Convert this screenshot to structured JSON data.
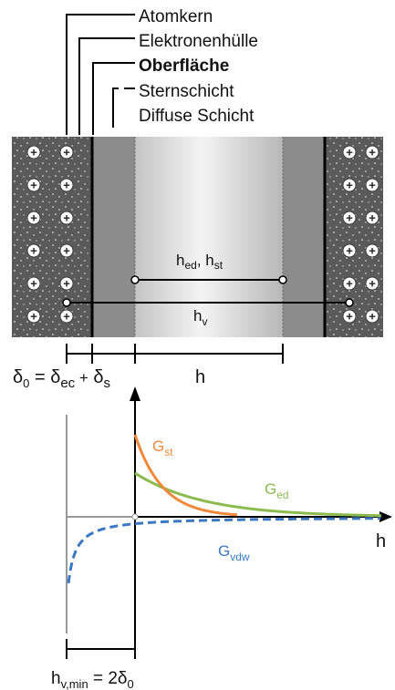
{
  "legend": {
    "atomkern": "Atomkern",
    "elektronenhuelle": "Elektronenhülle",
    "oberflaeche": "Oberfläche",
    "sternschicht": "Sternschicht",
    "diffuse_schicht": "Diffuse Schicht"
  },
  "labels": {
    "h_ed": "h",
    "h_ed_sub": "ed",
    "comma": ",",
    "h_st": "h",
    "h_st_sub": "st",
    "h_v": "h",
    "h_v_sub": "v",
    "delta": "δ",
    "delta0_sub": "0",
    "equals": "=",
    "delta_ec_sub": "ec",
    "plus": "+",
    "delta_s_sub": "s",
    "h": "h",
    "h_axis": "h",
    "g_st": "G",
    "g_st_sub": "st",
    "g_ed": "G",
    "g_ed_sub": "ed",
    "g_vdw": "G",
    "g_vdw_sub": "vdw",
    "hvmin": "h",
    "hvmin_sub": "v,min",
    "hvmin_eq": " = 2δ",
    "hvmin_eq_sub": "0"
  },
  "colors": {
    "g_st": "#f0893c",
    "g_ed": "#8bbb4f",
    "g_vdw": "#3c78c4",
    "g_st_label": "#f0893c",
    "g_ed_label": "#8bbb4f",
    "g_vdw_label": "#3c78c4",
    "particle_dark": "#5a5a5a",
    "stern_gray": "#8c8c8c"
  }
}
